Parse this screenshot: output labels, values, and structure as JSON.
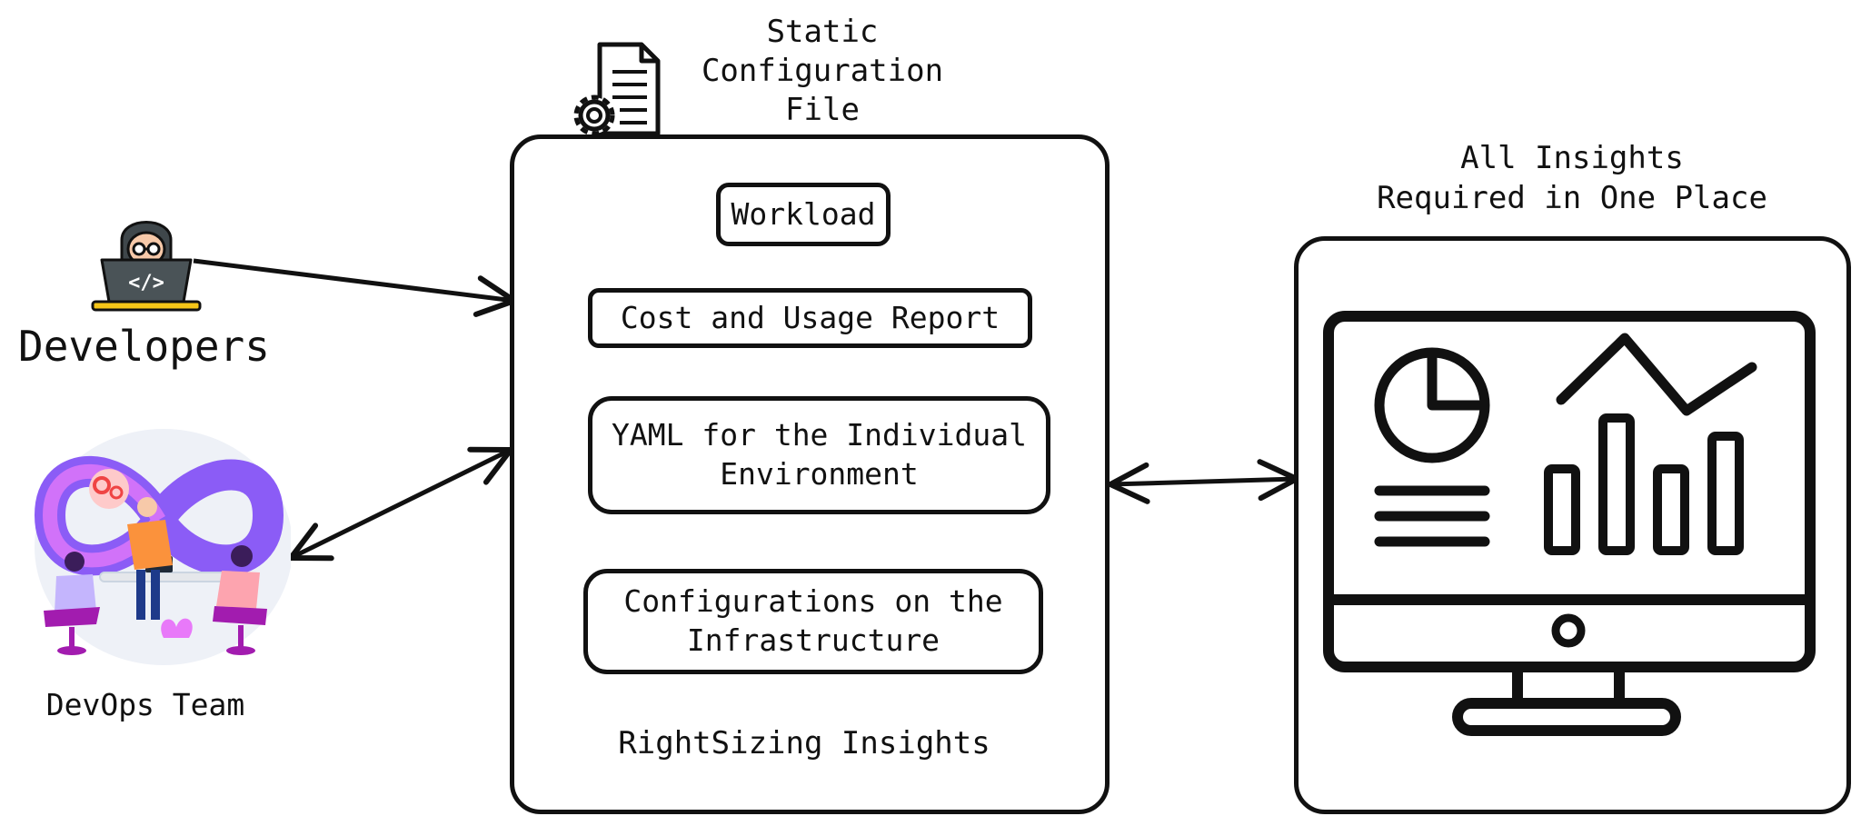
{
  "config_file": {
    "label": "Static\nConfiguration\nFile",
    "icon": "document-gear-icon"
  },
  "developers": {
    "label": "Developers",
    "icon": "developer-laptop-icon"
  },
  "devops": {
    "label": "DevOps Team",
    "icon": "devops-team-illustration"
  },
  "central_panel": {
    "items": [
      {
        "label": "Workload"
      },
      {
        "label": "Cost and Usage Report"
      },
      {
        "label": "YAML for the Individual\nEnvironment"
      },
      {
        "label": "Configurations on the\nInfrastructure"
      }
    ],
    "footer": "RightSizing Insights"
  },
  "insights": {
    "label": "All Insights\nRequired in One Place",
    "icon": "monitor-dashboard-icon"
  },
  "colors": {
    "stroke": "#111111",
    "devops_purple": "#8b5cf6",
    "devops_pink": "#e879f9",
    "devops_orange": "#fb923c",
    "dev_yellow": "#f5c518",
    "dev_skin": "#f7c9a9"
  }
}
